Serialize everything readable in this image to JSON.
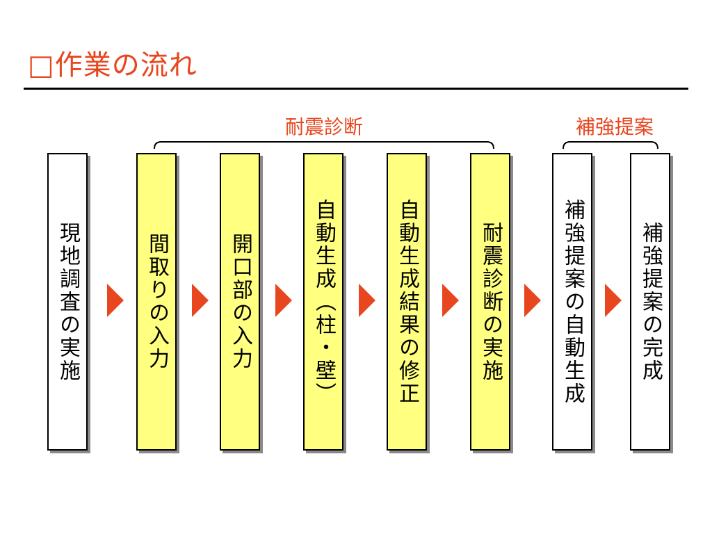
{
  "title": "□作業の流れ",
  "groups": [
    {
      "label": "耐震診断"
    },
    {
      "label": "補強提案"
    }
  ],
  "steps": [
    {
      "label": "現地調査の実施",
      "fill": "white"
    },
    {
      "label": "間取りの入力",
      "fill": "yellow"
    },
    {
      "label": "開口部の入力",
      "fill": "yellow"
    },
    {
      "label": "自動生成（柱・壁）",
      "fill": "yellow"
    },
    {
      "label": "自動生成結果の修正",
      "fill": "yellow"
    },
    {
      "label": "耐震診断の実施",
      "fill": "yellow"
    },
    {
      "label": "補強提案の自動生成",
      "fill": "white"
    },
    {
      "label": "補強提案の完成",
      "fill": "white"
    }
  ],
  "colors": {
    "accent": "#e8461f",
    "step_yellow": "#ffff80",
    "step_white": "#ffffff"
  }
}
